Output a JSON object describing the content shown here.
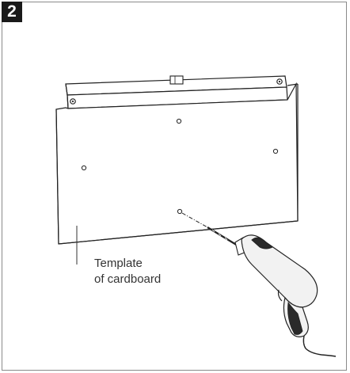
{
  "step": {
    "number": "2"
  },
  "callout": {
    "line1": "Template",
    "line2": "of cardboard"
  },
  "icons": {
    "drill": "power-drill-icon"
  },
  "colors": {
    "badge_bg": "#1a1a1a",
    "stroke": "#222222",
    "drill_shell": "#f2f2f2",
    "drill_dark": "#2a2a2a"
  }
}
